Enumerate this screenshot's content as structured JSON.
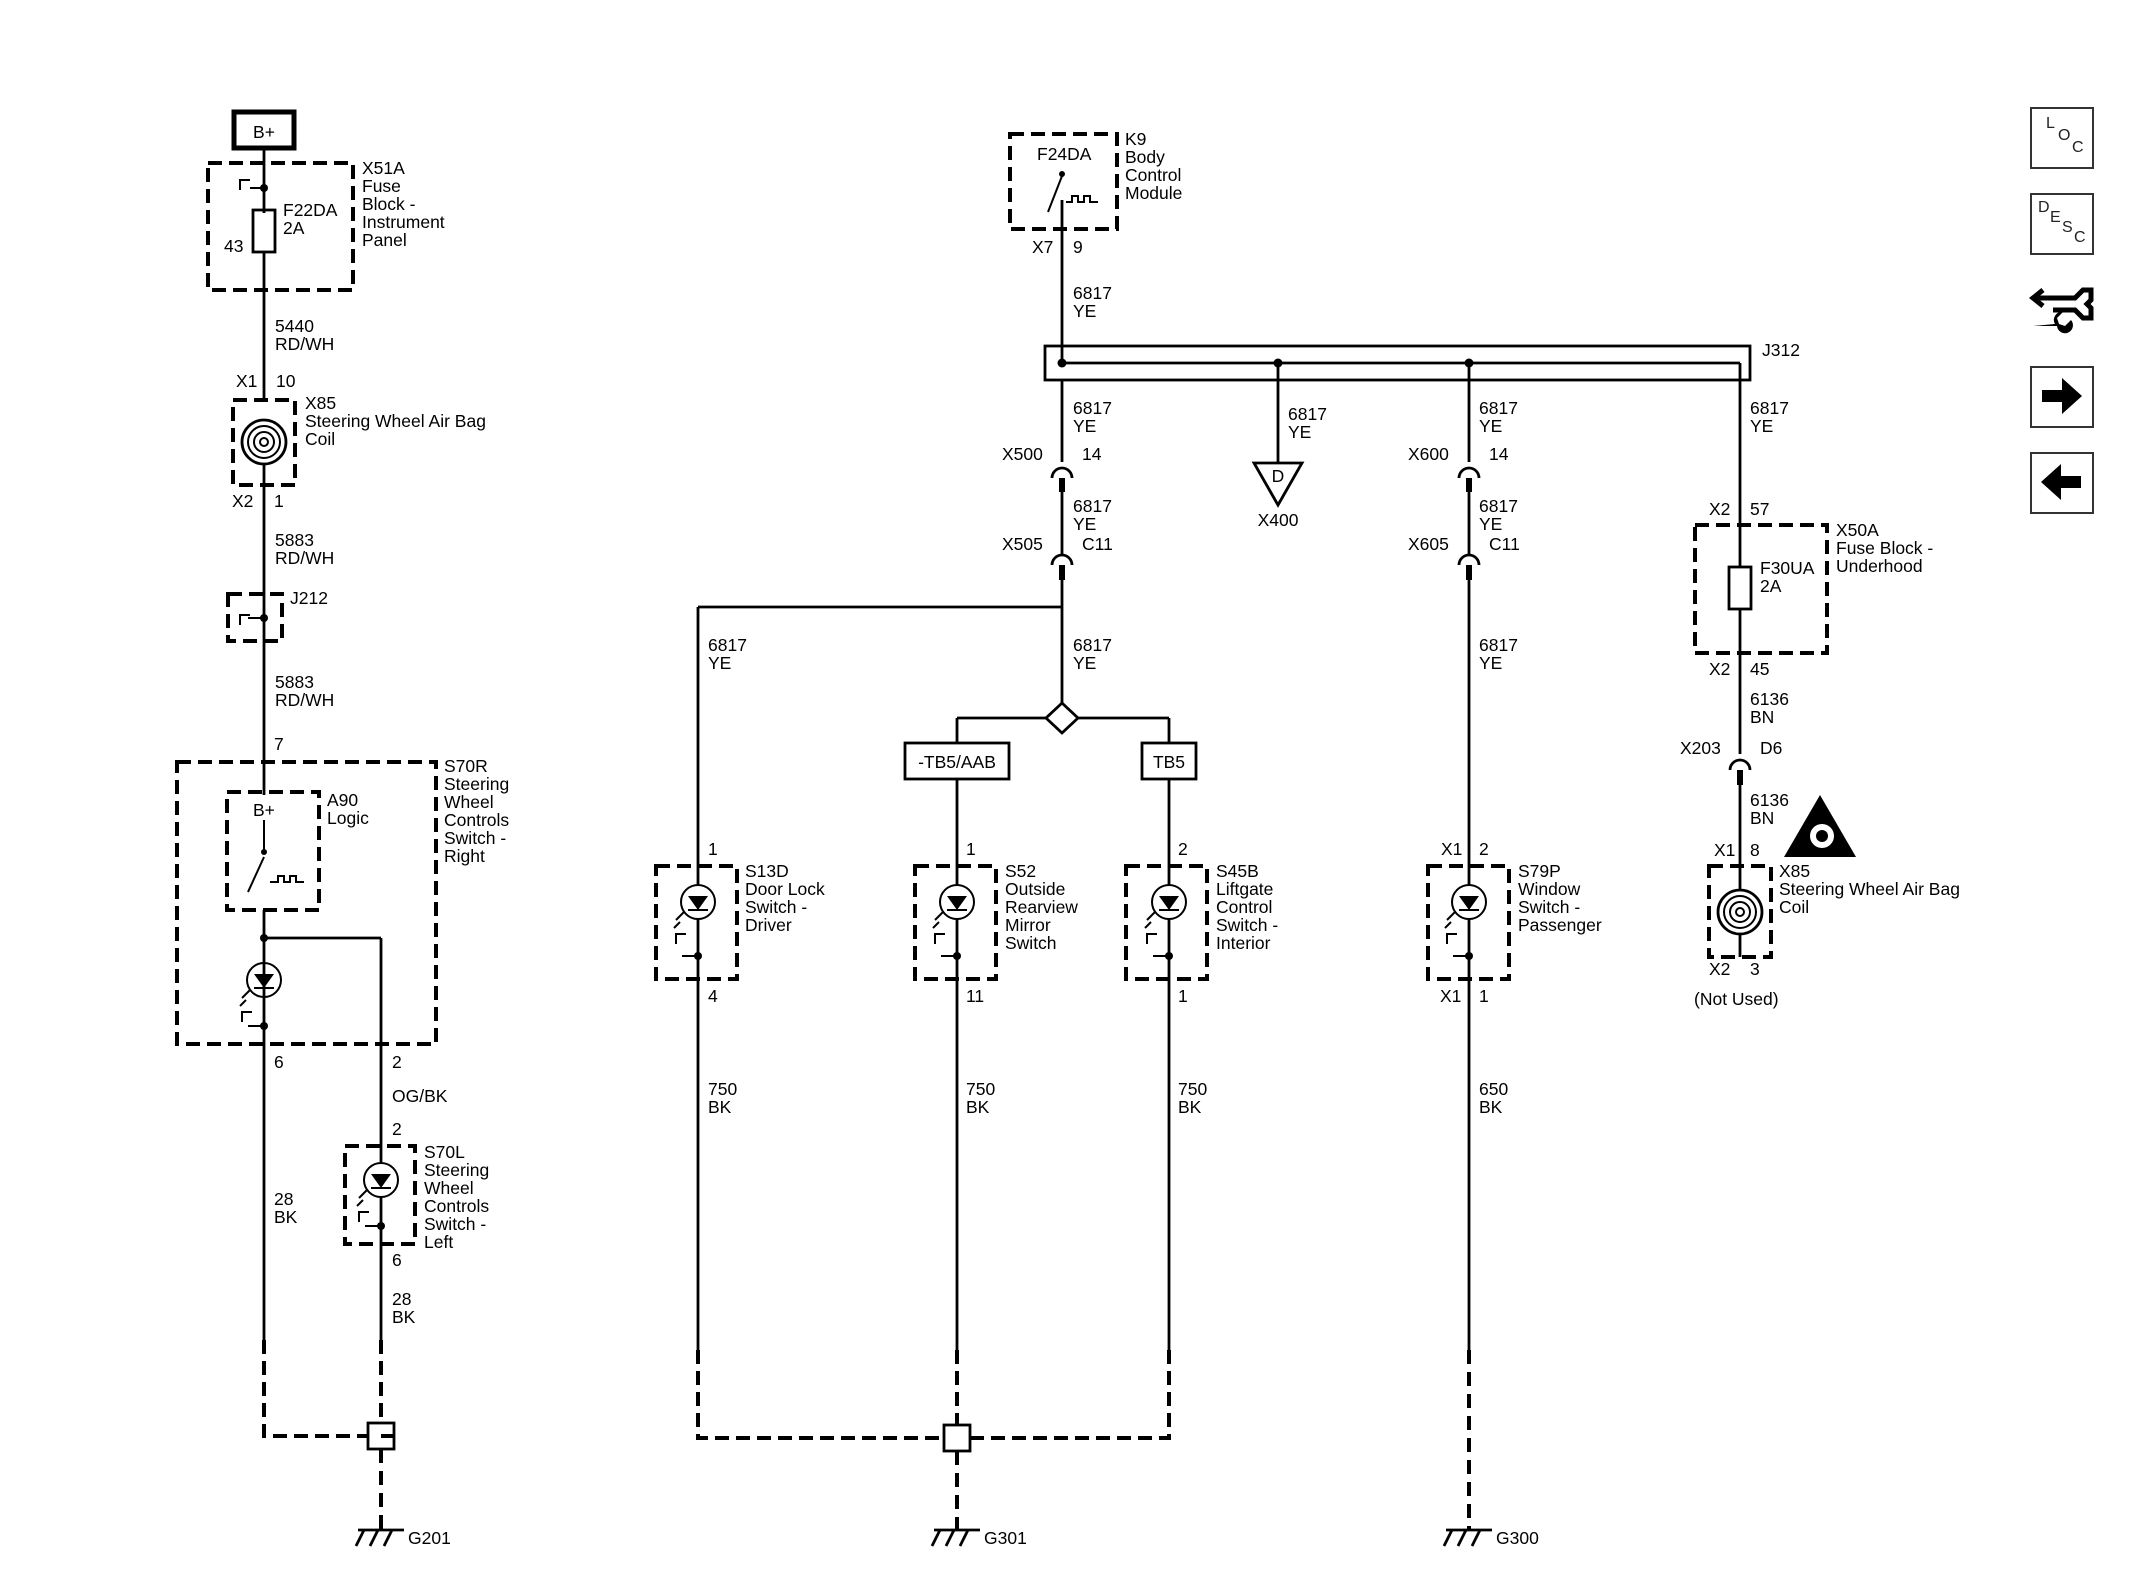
{
  "left": {
    "bplus_top": "B+",
    "x51a": {
      "id": "X51A",
      "l1": "Fuse",
      "l2": "Block -",
      "l3": "Instrument",
      "l4": "Panel",
      "fuse": "F22DA",
      "amp": "2A",
      "pin": "43"
    },
    "w5440": {
      "num": "5440",
      "color": "RD/WH"
    },
    "x85": {
      "conn_top": "X1",
      "pin_top": "10",
      "id": "X85",
      "l1": "Steering Wheel Air Bag",
      "l2": "Coil",
      "conn_bot": "X2",
      "pin_bot": "1"
    },
    "w5883a": {
      "num": "5883",
      "color": "RD/WH"
    },
    "j212": "J212",
    "w5883b": {
      "num": "5883",
      "color": "RD/WH"
    },
    "s70r": {
      "pin_top": "7",
      "id": "S70R",
      "l1": "Steering",
      "l2": "Wheel",
      "l3": "Controls",
      "l4": "Switch -",
      "l5": "Right",
      "pin_left": "6",
      "pin_right": "2"
    },
    "a90": {
      "bplus": "B+",
      "id": "A90",
      "l1": "Logic"
    },
    "wogbk": "OG/BK",
    "s70l": {
      "pin_top": "2",
      "id": "S70L",
      "l1": "Steering",
      "l2": "Wheel",
      "l3": "Controls",
      "l4": "Switch -",
      "l5": "Left",
      "pin_bot": "6"
    },
    "w28a": {
      "num": "28",
      "color": "BK"
    },
    "w28b": {
      "num": "28",
      "color": "BK"
    },
    "g201": "G201"
  },
  "middle": {
    "k9": {
      "fuse": "F24DA",
      "id": "K9",
      "l1": "Body",
      "l2": "Control",
      "l3": "Module",
      "conn": "X7",
      "pin": "9"
    },
    "w6817top": {
      "num": "6817",
      "color": "YE"
    },
    "j312": "J312",
    "w6817x500": {
      "num": "6817",
      "color": "YE"
    },
    "x500": {
      "conn": "X500",
      "pin": "14"
    },
    "w6817x505": {
      "num": "6817",
      "color": "YE"
    },
    "x505": {
      "conn": "X505",
      "pin": "C11"
    },
    "w6817d": {
      "num": "6817",
      "color": "YE"
    },
    "x400": {
      "letter": "D",
      "id": "X400"
    },
    "w6817s13": {
      "num": "6817",
      "color": "YE"
    },
    "w6817split": {
      "num": "6817",
      "color": "YE"
    },
    "opt1": "-TB5/AAB",
    "opt2": "TB5",
    "s13d": {
      "pin_top": "1",
      "id": "S13D",
      "l1": "Door Lock",
      "l2": "Switch -",
      "l3": "Driver",
      "pin_bot": "4"
    },
    "s52": {
      "pin_top": "1",
      "id": "S52",
      "l1": "Outside",
      "l2": "Rearview",
      "l3": "Mirror",
      "l4": "Switch",
      "pin_bot": "11"
    },
    "s45b": {
      "pin_top": "2",
      "id": "S45B",
      "l1": "Liftgate",
      "l2": "Control",
      "l3": "Switch -",
      "l4": "Interior",
      "pin_bot": "1"
    },
    "w750a": {
      "num": "750",
      "color": "BK"
    },
    "w750b": {
      "num": "750",
      "color": "BK"
    },
    "w750c": {
      "num": "750",
      "color": "BK"
    },
    "g301": "G301"
  },
  "right": {
    "w6817x600": {
      "num": "6817",
      "color": "YE"
    },
    "x600": {
      "conn": "X600",
      "pin": "14"
    },
    "w6817x605": {
      "num": "6817",
      "color": "YE"
    },
    "x605": {
      "conn": "X605",
      "pin": "C11"
    },
    "w6817s79": {
      "num": "6817",
      "color": "YE"
    },
    "s79p": {
      "conn_top": "X1",
      "pin_top": "2",
      "id": "S79P",
      "l1": "Window",
      "l2": "Switch -",
      "l3": "Passenger",
      "conn_bot": "X1",
      "pin_bot": "1"
    },
    "w650": {
      "num": "650",
      "color": "BK"
    },
    "g300": "G300",
    "w6817far": {
      "num": "6817",
      "color": "YE"
    },
    "x50a": {
      "conn_top": "X2",
      "pin_top": "57",
      "id": "X50A",
      "l1": "Fuse Block -",
      "l2": "Underhood",
      "fuse": "F30UA",
      "amp": "2A",
      "conn_bot": "X2",
      "pin_bot": "45"
    },
    "w6136a": {
      "num": "6136",
      "color": "BN"
    },
    "x203": {
      "conn": "X203",
      "pin": "D6"
    },
    "w6136b": {
      "num": "6136",
      "color": "BN"
    },
    "x85b": {
      "conn_top": "X1",
      "pin_top": "8",
      "id": "X85",
      "l1": "Steering Wheel Air Bag",
      "l2": "Coil",
      "conn_bot": "X2",
      "pin_bot": "3",
      "note": "(Not Used)"
    }
  },
  "nav": {
    "loc": {
      "c1": "L",
      "c2": "O",
      "c3": "C"
    },
    "desc": {
      "c1": "D",
      "c2": "E",
      "c3": "S",
      "c4": "C"
    }
  }
}
